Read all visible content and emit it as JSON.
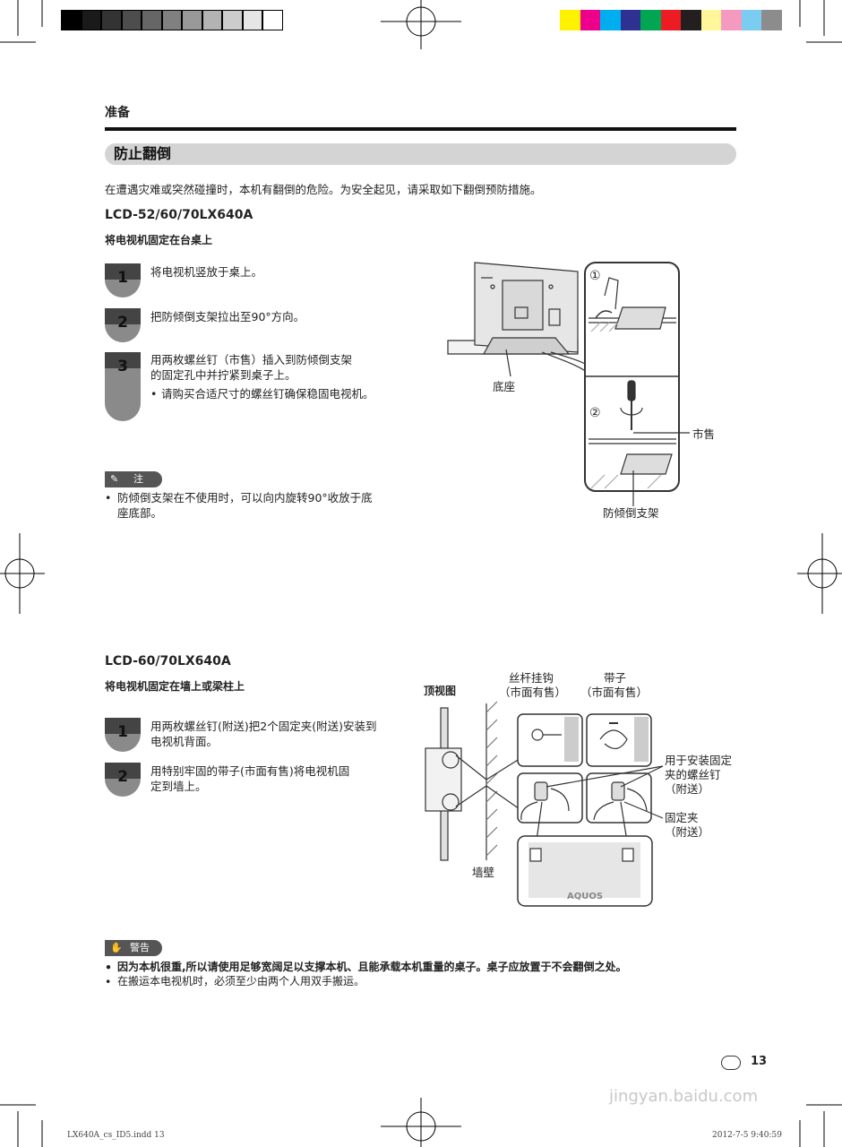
{
  "header": {
    "section": "准备"
  },
  "title": "防止翻倒",
  "intro": "在遭遇灾难或突然碰撞时，本机有翻倒的危险。为安全起见，请采取如下翻倒预防措施。",
  "part1": {
    "model": "LCD-52/60/70LX640A",
    "subtitle": "将电视机固定在台桌上",
    "steps": [
      {
        "num": "1",
        "text": "将电视机竖放于桌上。"
      },
      {
        "num": "2",
        "text": "把防倾倒支架拉出至90°方向。"
      },
      {
        "num": "3",
        "line1": "用两枚螺丝钉（市售）插入到防倾倒支架",
        "line2": "的固定孔中并拧紧到桌子上。",
        "bullet": "请购买合适尺寸的螺丝钉确保稳固电视机。"
      }
    ],
    "note_label": "注",
    "note_line1": "防倾倒支架在不使用时，可以向内旋转90°收放于底",
    "note_line2": "座底部。",
    "figure": {
      "circle1": "①",
      "circle2": "②",
      "base": "底座",
      "market": "市售",
      "bracket": "防倾倒支架"
    }
  },
  "part2": {
    "model": "LCD-60/70LX640A",
    "subtitle": "将电视机固定在墙上或梁柱上",
    "steps": [
      {
        "num": "1",
        "line1": "用两枚螺丝钉(附送)把2个固定夹(附送)安装到",
        "line2": "电视机背面。"
      },
      {
        "num": "2",
        "line1": "用特别牢固的带子(市面有售)将电视机固",
        "line2": "定到墙上。"
      }
    ],
    "figure": {
      "top_view": "顶视图",
      "hook_l1": "丝杆挂钩",
      "hook_l2": "（市面有售）",
      "strap_l1": "带子",
      "strap_l2": "（市面有售）",
      "screw_l1": "用于安装固定",
      "screw_l2": "夹的螺丝钉",
      "screw_l3": "（附送）",
      "clip_l1": "固定夹",
      "clip_l2": "（附送）",
      "wall": "墙壁",
      "logo": "AQUOS"
    }
  },
  "warning": {
    "label": "警告",
    "item1": "因为本机很重,所以请使用足够宽阔足以支撑本机、且能承载本机重量的桌子。桌子应放置于不会翻倒之处。",
    "item2": "在搬运本电视机时，必须至少由两个人用双手搬运。"
  },
  "page_number": "13",
  "watermark": "jingyan.baidu.com",
  "footer": {
    "file": "LX640A_cs_ID5.indd  13",
    "date": "2012-7-5  9:40:59"
  },
  "colors": {
    "gray_swatches": [
      "#000000",
      "#1a1a1a",
      "#333333",
      "#4d4d4d",
      "#666666",
      "#808080",
      "#999999",
      "#b3b3b3",
      "#cccccc",
      "#e6e6e6",
      "#ffffff"
    ],
    "color_swatches": [
      "#fff200",
      "#ec008c",
      "#00aeef",
      "#2e3192",
      "#00a651",
      "#ed1c24",
      "#231f20",
      "#fff799",
      "#f49ac1",
      "#7accf1",
      "#8c8c8c"
    ]
  }
}
